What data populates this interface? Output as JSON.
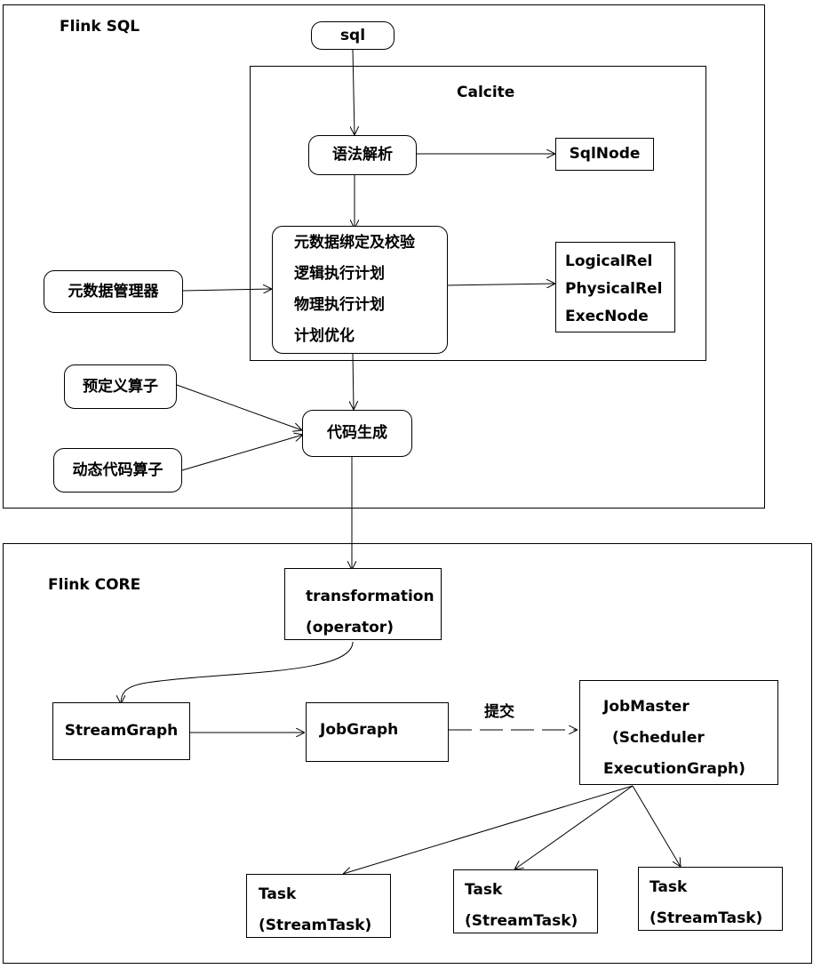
{
  "flink_sql": {
    "title": "Flink SQL",
    "sql": "sql",
    "calcite": {
      "title": "Calcite",
      "parse": "语法解析",
      "sqlnode": "SqlNode",
      "steps": [
        "元数据绑定及校验",
        "逻辑执行计划",
        "物理执行计划",
        "计划优化"
      ],
      "rels": [
        "LogicalRel",
        "PhysicalRel",
        "ExecNode"
      ]
    },
    "metadata_manager": "元数据管理器",
    "predefined_ops": "预定义算子",
    "dynamic_ops": "动态代码算子",
    "codegen": "代码生成"
  },
  "flink_core": {
    "title": "Flink CORE",
    "transformation": [
      "transformation",
      "(operator)"
    ],
    "streamgraph": "StreamGraph",
    "jobgraph": "JobGraph",
    "submit": "提交",
    "jobmaster": [
      "JobMaster",
      "(Scheduler",
      "ExecutionGraph)"
    ],
    "tasks": [
      [
        "Task",
        "(StreamTask)"
      ],
      [
        "Task",
        "(StreamTask)"
      ],
      [
        "Task",
        "(StreamTask)"
      ]
    ]
  }
}
